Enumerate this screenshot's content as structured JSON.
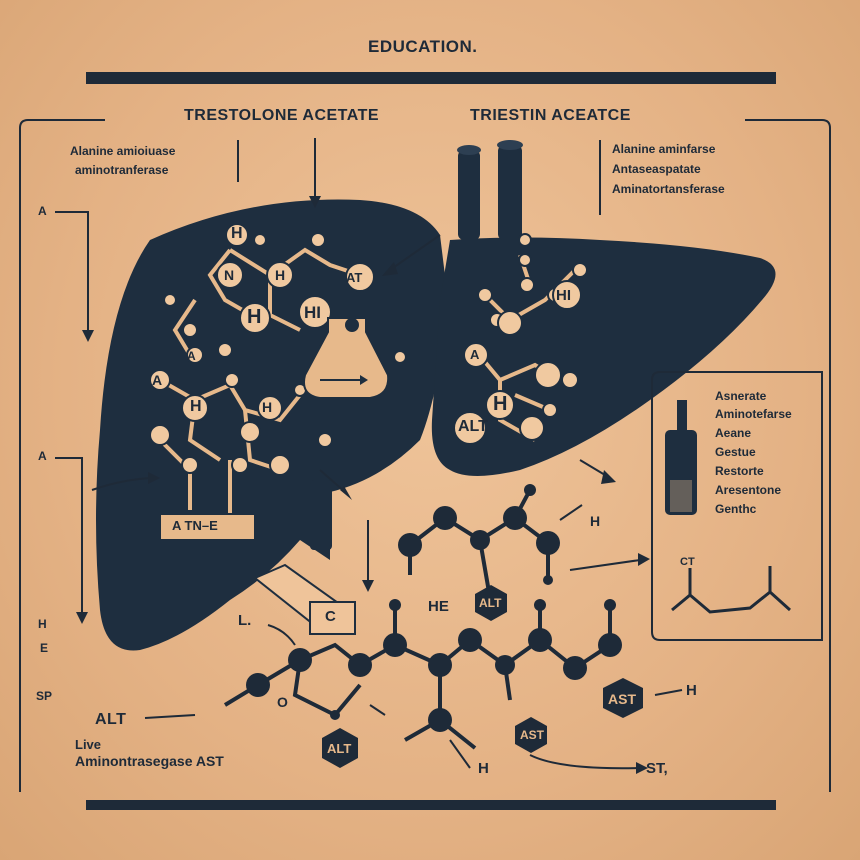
{
  "header": {
    "title": "EDUCATION."
  },
  "labels": {
    "left_title": "TRESTOLONE ACETATE",
    "right_title": "TRIESTIN ACEATCE",
    "top_left_line1": "Alanine amioiuase",
    "top_left_line2": "aminotranferase",
    "top_right_line1": "Alanine aminfarse",
    "top_right_line2": "Antaseaspatate",
    "top_right_line3": "Aminatortansferase",
    "box_line1": "Asnerate",
    "box_line2": "Aminotefarse",
    "box_line3": "Aeane",
    "box_line4": "Gestue",
    "box_line5": "Restorte",
    "box_line6": "Aresentone",
    "box_line7": "Genthc",
    "left_a1": "A",
    "left_a2": "A",
    "left_h": "H",
    "left_e": "E",
    "left_sp": "SP",
    "alt_left": "ALT",
    "live": "Live",
    "aminotransferase_ast": "Aminontrasegase AST",
    "atne": "A TN–E",
    "liver_alt": "ALT",
    "liver_at": "AT",
    "liver_h1": "H",
    "liver_h2": "H",
    "liver_h3": "H",
    "liver_h4": "H",
    "liver_h5": "HI",
    "liver_h6": "HI",
    "liver_h7": "H",
    "liver_n": "N",
    "liver_a1": "A",
    "liver_a2": "A",
    "liver_a3": "A",
    "mol_alt1": "ALT",
    "mol_alt2": "ALT",
    "mol_ast1": "AST",
    "mol_ast2": "AST",
    "he": "HE",
    "h_right": "H",
    "h_mid": "H",
    "h_bottom": "H",
    "st": "ST,",
    "l_label": "L.",
    "c_label": "C",
    "o_label": "O",
    "ct": "CT"
  }
}
